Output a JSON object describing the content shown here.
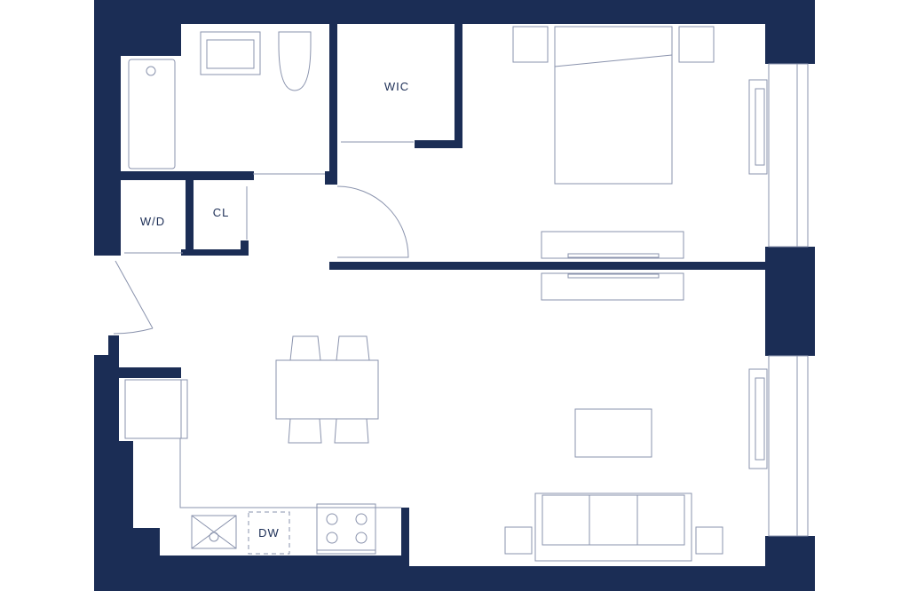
{
  "plan": {
    "wall_color": "#1b2d55",
    "line_color": "#8a93ad",
    "rooms": {
      "walk_in_closet": "WIC",
      "washer_dryer": "W/D",
      "closet": "CL",
      "dishwasher": "DW"
    }
  }
}
